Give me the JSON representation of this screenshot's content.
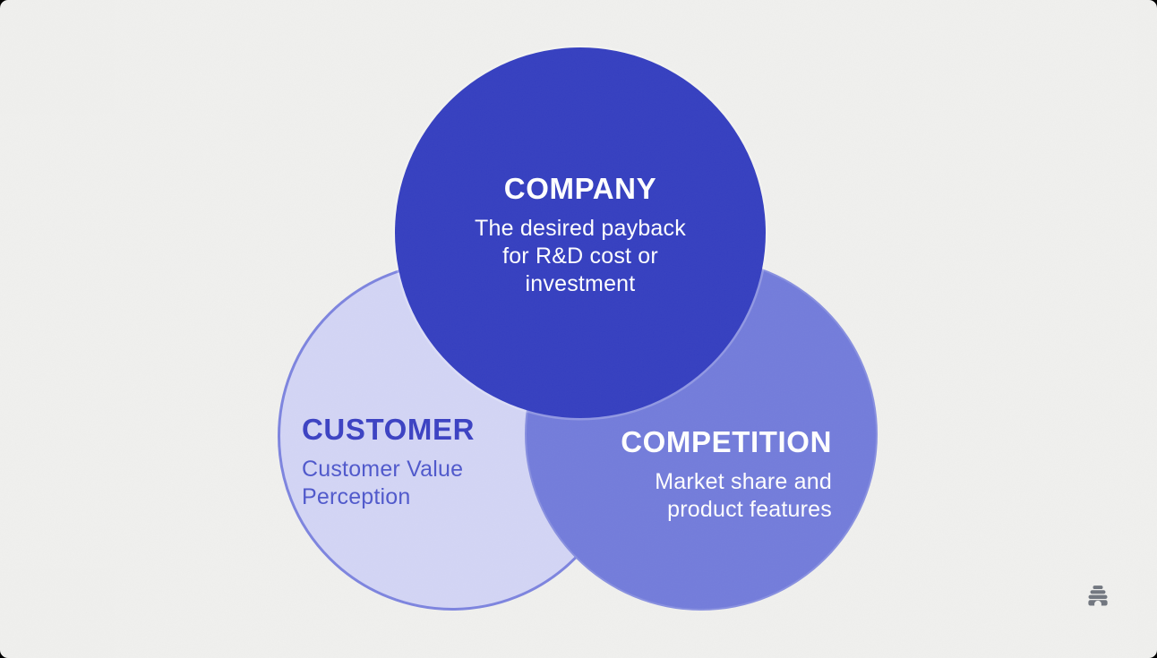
{
  "page": {
    "background_color": "#f0f0ee",
    "corner_backdrop_color": "#000000"
  },
  "diagram": {
    "type": "venn-3-circle",
    "circles": {
      "company": {
        "label": "COMPANY",
        "desc_lines": [
          "The desired payback",
          "for R&D cost or",
          "investment"
        ],
        "fill": "#353fc0",
        "label_color": "#ffffff",
        "desc_color": "#ffffff",
        "text_align": "center"
      },
      "customer": {
        "label": "CUSTOMER",
        "desc_lines": [
          "Customer Value",
          "Perception"
        ],
        "fill": "#d3d5f5",
        "stroke": "#7d84df",
        "label_color": "#3b41c3",
        "desc_color": "#4f58cc",
        "text_align": "left"
      },
      "competition": {
        "label": "COMPETITION",
        "desc_lines": [
          "Market share and",
          "product features"
        ],
        "fill": "#737cdb",
        "label_color": "#ffffff",
        "desc_color": "#ffffff",
        "text_align": "right"
      }
    }
  },
  "footer": {
    "logo": "beehive-icon",
    "logo_color": "#71767f"
  }
}
